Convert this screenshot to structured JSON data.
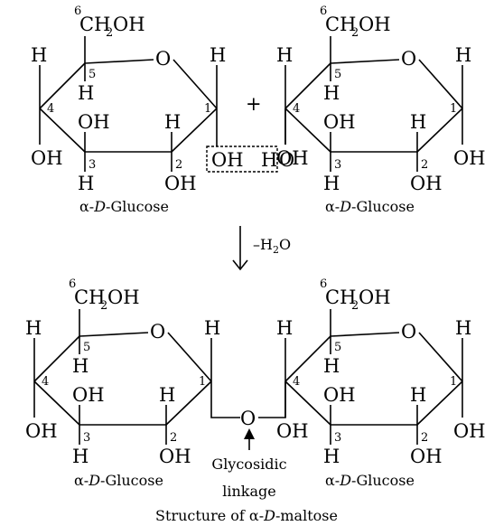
{
  "atoms": {
    "ch2oh_ch": "CH",
    "ch2oh_sub": "2",
    "ch2oh_oh": "OH",
    "c6": "6",
    "ring_o": "O",
    "h": "H",
    "oh": "OH",
    "c1": "1",
    "c2": "2",
    "c3": "3",
    "c4": "4",
    "c5": "5",
    "link_o": "O"
  },
  "plus": "+",
  "condensation": {
    "oh": "OH",
    "h": "H",
    "o": "O",
    "loss_prefix": "–H",
    "loss_sub": "2",
    "loss_suffix": "O"
  },
  "caption_parts": {
    "alpha": "α-",
    "d": "D",
    "glucose": "-Glucose"
  },
  "linkage": {
    "line1": "Glycosidic",
    "line2": "linkage"
  },
  "title": {
    "prefix": "Structure of α-",
    "d": "D",
    "suffix": "-maltose"
  }
}
